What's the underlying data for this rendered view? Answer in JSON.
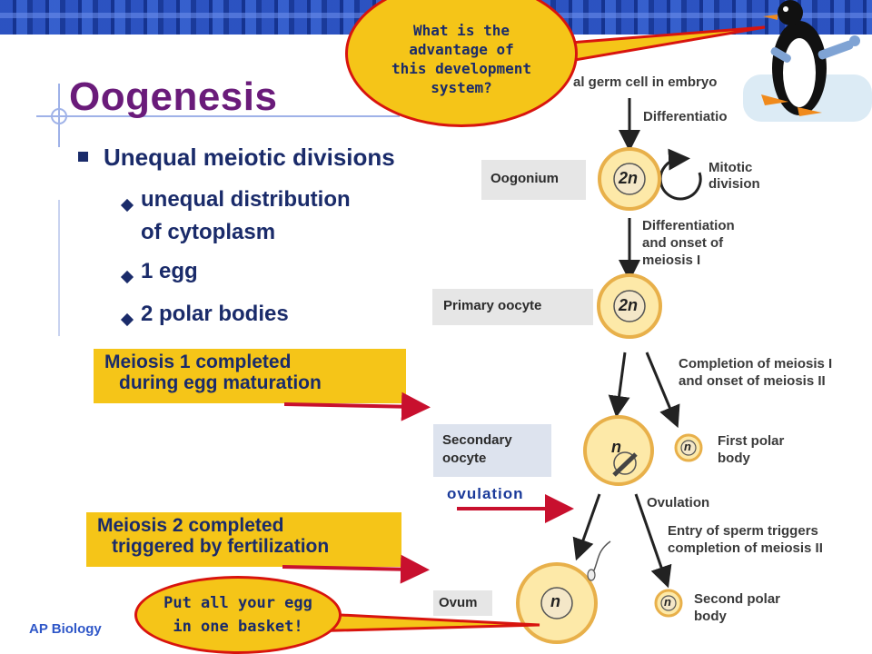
{
  "slide": {
    "title": "Oogenesis",
    "footer": "AP Biology",
    "bullet": "Unequal meiotic divisions",
    "sub_bullets": [
      {
        "lines": [
          "unequal distribution",
          "of cytoplasm"
        ]
      },
      {
        "lines": [
          "1 egg"
        ]
      },
      {
        "lines": [
          "2 polar bodies"
        ]
      }
    ],
    "gold_box_1": {
      "line1": "Meiosis 1 completed",
      "line2": "during egg maturation"
    },
    "gold_box_2": {
      "line1": "Meiosis 2 completed",
      "line2": "triggered by fertilization"
    },
    "bubble_top": {
      "lines": [
        "What is the",
        "advantage of",
        "this development",
        "system?"
      ]
    },
    "bubble_bottom": {
      "lines": [
        "Put all your egg",
        "in one basket!"
      ]
    },
    "ovulation_label": "ovulation"
  },
  "diagram": {
    "top_text": "al germ cell in embryo",
    "stage_labels": {
      "oogonium": "Oogonium",
      "primary": "Primary oocyte",
      "secondary_1": "Secondary",
      "secondary_2": "oocyte",
      "ovum": "Ovum"
    },
    "cell_labels": {
      "oogonium": "2n",
      "primary": "2n",
      "secondary": "n",
      "first_polar": "n",
      "ovum": "n",
      "second_polar": "n"
    },
    "step_texts": {
      "differentiation_1": "Differentiatio",
      "mitotic_1": "Mitotic",
      "mitotic_2": "division",
      "diff2_1": "Differentiation",
      "diff2_2": "and onset of",
      "diff2_3": "meiosis I",
      "completion1_1": "Completion of meiosis I",
      "completion1_2": "and onset of meiosis II",
      "first_polar_1": "First polar",
      "first_polar_2": "body",
      "ovulation": "Ovulation",
      "entry_1": "Entry of sperm triggers",
      "entry_2": "completion of meiosis II",
      "second_polar_1": "Second polar",
      "second_polar_2": "body"
    }
  },
  "colors": {
    "banner": "#1a3a9a",
    "title": "#6a1b7a",
    "text": "#1a2b6a",
    "gold": "#f5c518",
    "arrow_red": "#c8102e",
    "cell_fill": "#fde9a8",
    "cell_stroke": "#e8b04a"
  },
  "icons": [
    "penguin-mascot",
    "diamond-bullet",
    "square-bullet"
  ]
}
